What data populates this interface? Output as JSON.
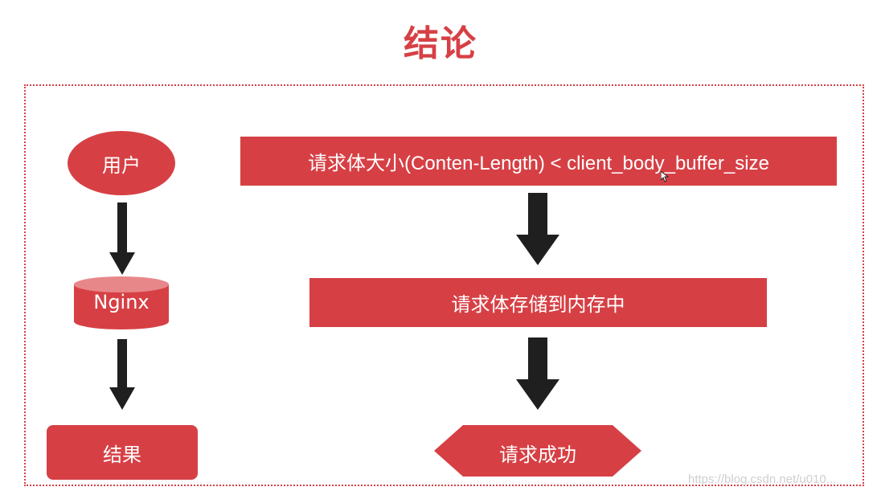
{
  "title": "结论",
  "nodes": {
    "user": "用户",
    "nginx": "Nginx",
    "result": "结果",
    "condition": "请求体大小(Conten-Length) < client_body_buffer_size",
    "store": "请求体存储到内存中",
    "success": "请求成功"
  },
  "watermark": "https://blog.csdn.net/u010...",
  "colors": {
    "accent": "#d64045",
    "cylinder_top": "#e8878a",
    "arrow": "#1f1f1f"
  }
}
